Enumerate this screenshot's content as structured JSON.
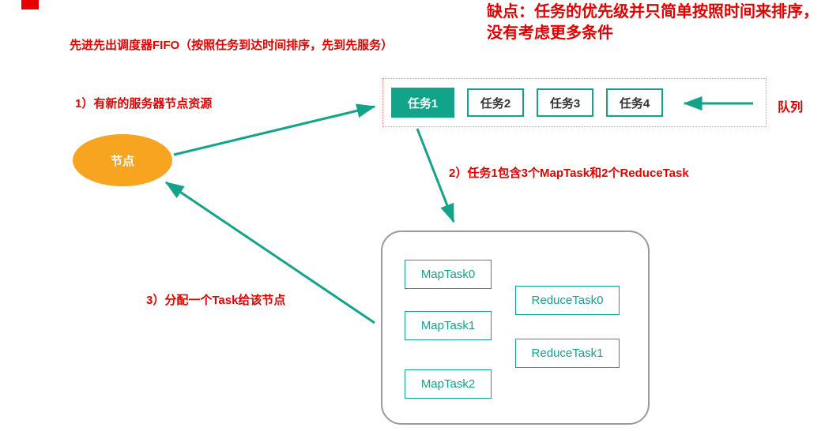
{
  "colors": {
    "accent_teal": "#12a48b",
    "node_orange": "#f7a421",
    "text_red": "#e60000",
    "queue_border_pink": "#f08a8a"
  },
  "note": {
    "line1": "缺点：任务的优先级并只简单按照时间来排序，",
    "line2": "没有考虑更多条件"
  },
  "title": "先进先出调度器FIFO（按照任务到达时间排序，先到先服务）",
  "steps": {
    "step1": "1）有新的服务器节点资源",
    "step2": "2）任务1包含3个MapTask和2个ReduceTask",
    "step3": "3）分配一个Task给该节点"
  },
  "node": {
    "label": "节点"
  },
  "queue": {
    "label": "队列",
    "tasks": [
      {
        "label": "任务1",
        "active": true
      },
      {
        "label": "任务2",
        "active": false
      },
      {
        "label": "任务3",
        "active": false
      },
      {
        "label": "任务4",
        "active": false
      }
    ]
  },
  "task_detail": {
    "map_tasks": [
      "MapTask0",
      "MapTask1",
      "MapTask2"
    ],
    "reduce_tasks": [
      "ReduceTask0",
      "ReduceTask1"
    ]
  }
}
